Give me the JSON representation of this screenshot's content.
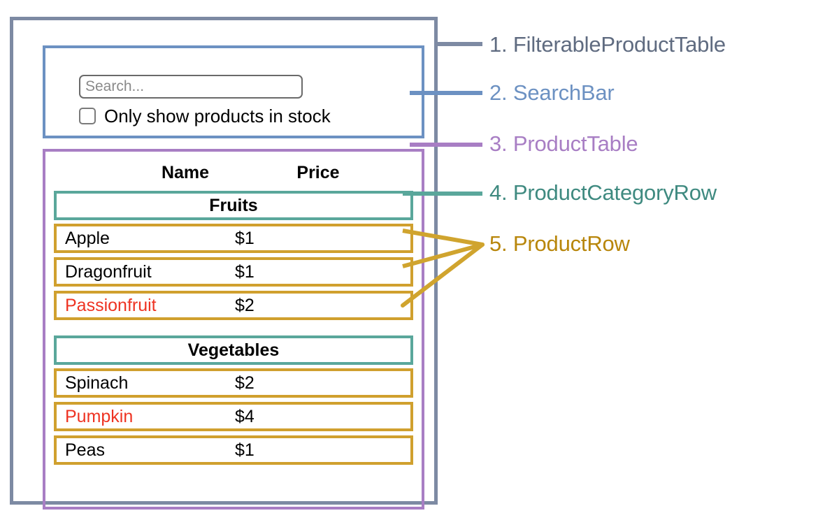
{
  "search": {
    "placeholder": "Search...",
    "value": "",
    "stock_filter_label": "Only show products in stock",
    "stock_filter_checked": false
  },
  "table": {
    "columns": [
      "Name",
      "Price"
    ],
    "rows": [
      {
        "type": "category",
        "name": "Fruits"
      },
      {
        "type": "product",
        "name": "Apple",
        "price": "$1",
        "in_stock": true
      },
      {
        "type": "product",
        "name": "Dragonfruit",
        "price": "$1",
        "in_stock": true
      },
      {
        "type": "product",
        "name": "Passionfruit",
        "price": "$2",
        "in_stock": false
      },
      {
        "type": "category",
        "name": "Vegetables"
      },
      {
        "type": "product",
        "name": "Spinach",
        "price": "$2",
        "in_stock": true
      },
      {
        "type": "product",
        "name": "Pumpkin",
        "price": "$4",
        "in_stock": false
      },
      {
        "type": "product",
        "name": "Peas",
        "price": "$1",
        "in_stock": true
      }
    ]
  },
  "legend": [
    {
      "number": "1.",
      "name": "FilterableProductTable",
      "color": "#5f6b80"
    },
    {
      "number": "2.",
      "name": "SearchBar",
      "color": "#6c91c2"
    },
    {
      "number": "3.",
      "name": "ProductTable",
      "color": "#a87ec4"
    },
    {
      "number": "4.",
      "name": "ProductCategoryRow",
      "color": "#3f8a80"
    },
    {
      "number": "5.",
      "name": "ProductRow",
      "color": "#b8860b"
    }
  ],
  "colors": {
    "filterable_border": "#7d8aa3",
    "searchbar_border": "#6c91c2",
    "producttable_border": "#a87ec4",
    "categoryrow_border": "#5aa79b",
    "productrow_border": "#d0a02e",
    "out_of_stock_text": "#ee3322"
  }
}
